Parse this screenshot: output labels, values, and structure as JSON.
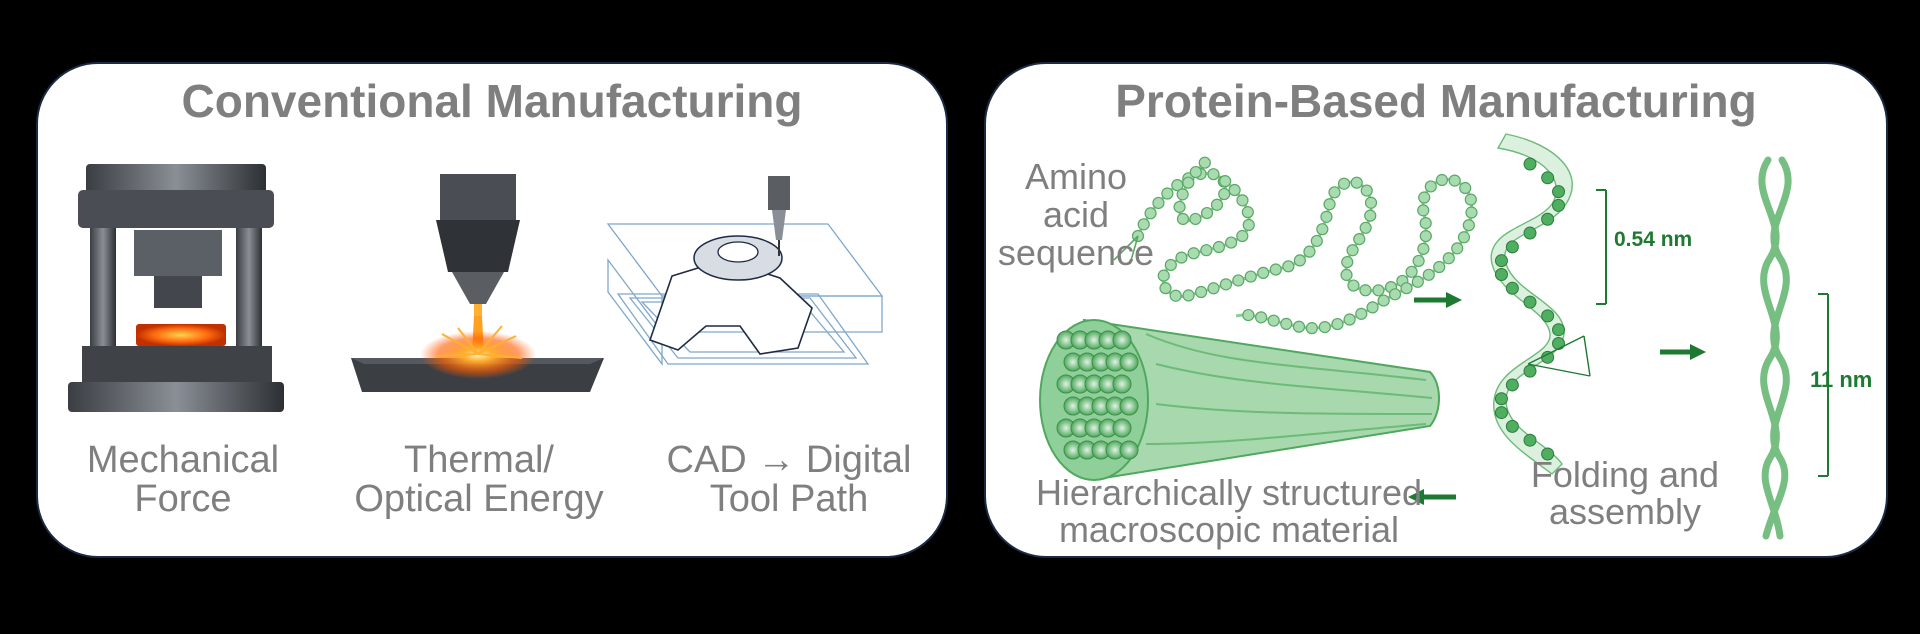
{
  "left_panel": {
    "title": "Conventional Manufacturing",
    "captions": [
      {
        "line1": "Mechanical",
        "line2": "Force"
      },
      {
        "line1": "Thermal/",
        "line2": "Optical Energy"
      },
      {
        "line1": "CAD → Digital",
        "line2": "Tool Path"
      }
    ]
  },
  "right_panel": {
    "title": "Protein-Based Manufacturing",
    "amino_label": [
      "Amino",
      "acid",
      "sequence"
    ],
    "helix_pitch": "0.54 nm",
    "fiber_width": "11 nm",
    "folding_label": [
      "Folding and",
      "assembly"
    ],
    "material_label": [
      "Hierarchically structured",
      "macroscopic material"
    ]
  },
  "colors": {
    "protein_green": "#1e7a33",
    "text_gray": "#7f7f7f",
    "laser_orange": "#ff7a10"
  }
}
